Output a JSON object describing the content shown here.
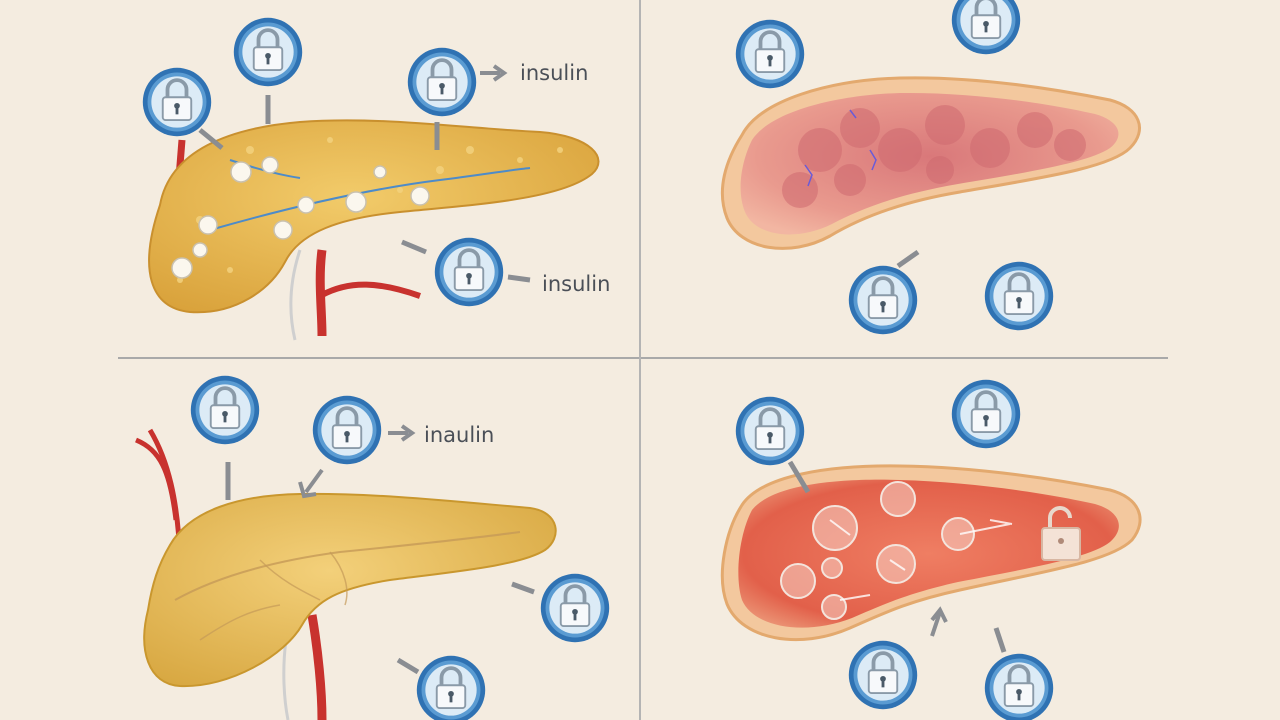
{
  "labels": {
    "insulin_q1_top": "insulin",
    "insulin_q1_bottom": "insulin",
    "insulin_q3": "inaulin"
  },
  "colors": {
    "background": "#f4ece0",
    "divider": "#a9a9a9",
    "lock_outer": "#2f72b3",
    "lock_inner": "#dcebf6",
    "artery": "#c8322e",
    "pancreas_yellow": "#e7b64c",
    "pancreas_inflamed": "#e99a8e",
    "pancreas_red": "#e2604a"
  },
  "icons": {
    "lock": "lock-icon",
    "arrow": "arrow-icon"
  }
}
